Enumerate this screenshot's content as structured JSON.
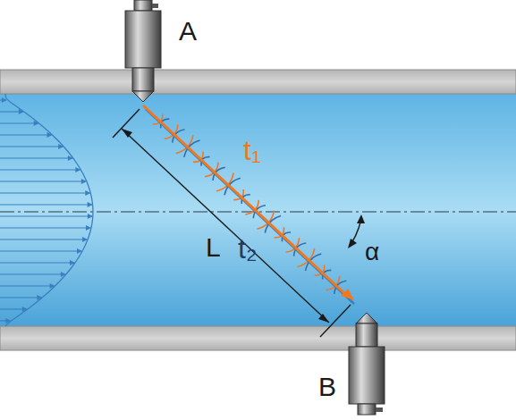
{
  "diagram": {
    "labels": [
      "A",
      "B",
      "t₁",
      "t₂",
      "L",
      "α"
    ]
  }
}
